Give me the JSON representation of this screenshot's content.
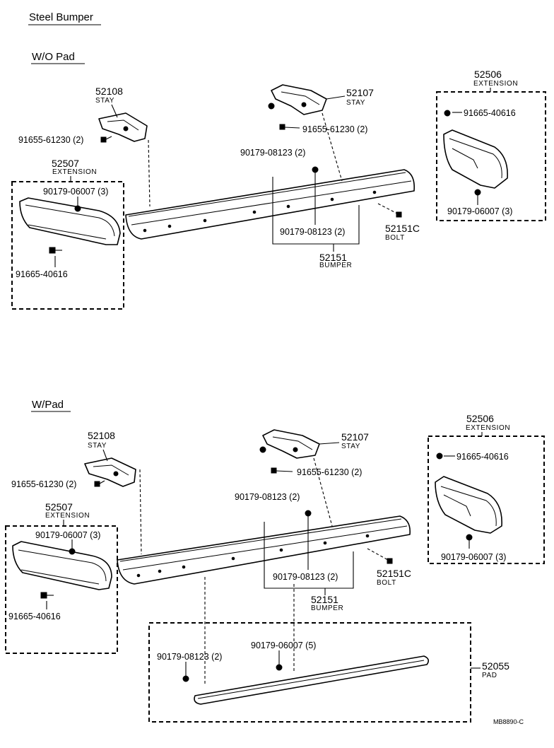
{
  "title": "Steel Bumper",
  "footer_code": "MB8890-C",
  "sections": [
    {
      "heading": "W/O Pad",
      "stay_left": {
        "num": "52108",
        "desc": "STAY"
      },
      "stay_right": {
        "num": "52107",
        "desc": "STAY"
      },
      "bolt_left": "91655-61230 (2)",
      "bolt_right": "91655-61230 (2)",
      "nut_upper": "90179-08123 (2)",
      "nut_lower": "90179-08123 (2)",
      "ext_left": {
        "num": "52507",
        "desc": "EXTENSION",
        "nut": "90179-06007 (3)",
        "bolt": "91665-40616"
      },
      "ext_right": {
        "num": "52506",
        "desc": "EXTENSION",
        "nut": "90179-06007 (3)",
        "bolt": "91665-40616"
      },
      "bumper": {
        "num": "52151",
        "desc": "BUMPER"
      },
      "bumper_bolt": {
        "num": "52151C",
        "desc": "BOLT"
      }
    },
    {
      "heading": "W/Pad",
      "stay_left": {
        "num": "52108",
        "desc": "STAY"
      },
      "stay_right": {
        "num": "52107",
        "desc": "STAY"
      },
      "bolt_left": "91655-61230 (2)",
      "bolt_right": "91655-61230 (2)",
      "nut_upper": "90179-08123 (2)",
      "nut_lower": "90179-08123 (2)",
      "ext_left": {
        "num": "52507",
        "desc": "EXTENSION",
        "nut": "90179-06007 (3)",
        "bolt": "91665-40616"
      },
      "ext_right": {
        "num": "52506",
        "desc": "EXTENSION",
        "nut": "90179-06007 (3)",
        "bolt": "91665-40616"
      },
      "bumper": {
        "num": "52151",
        "desc": "BUMPER"
      },
      "bumper_bolt": {
        "num": "52151C",
        "desc": "BOLT"
      },
      "pad": {
        "num": "52055",
        "desc": "PAD",
        "nut_a": "90179-08123 (2)",
        "nut_b": "90179-06007 (5)"
      }
    }
  ]
}
